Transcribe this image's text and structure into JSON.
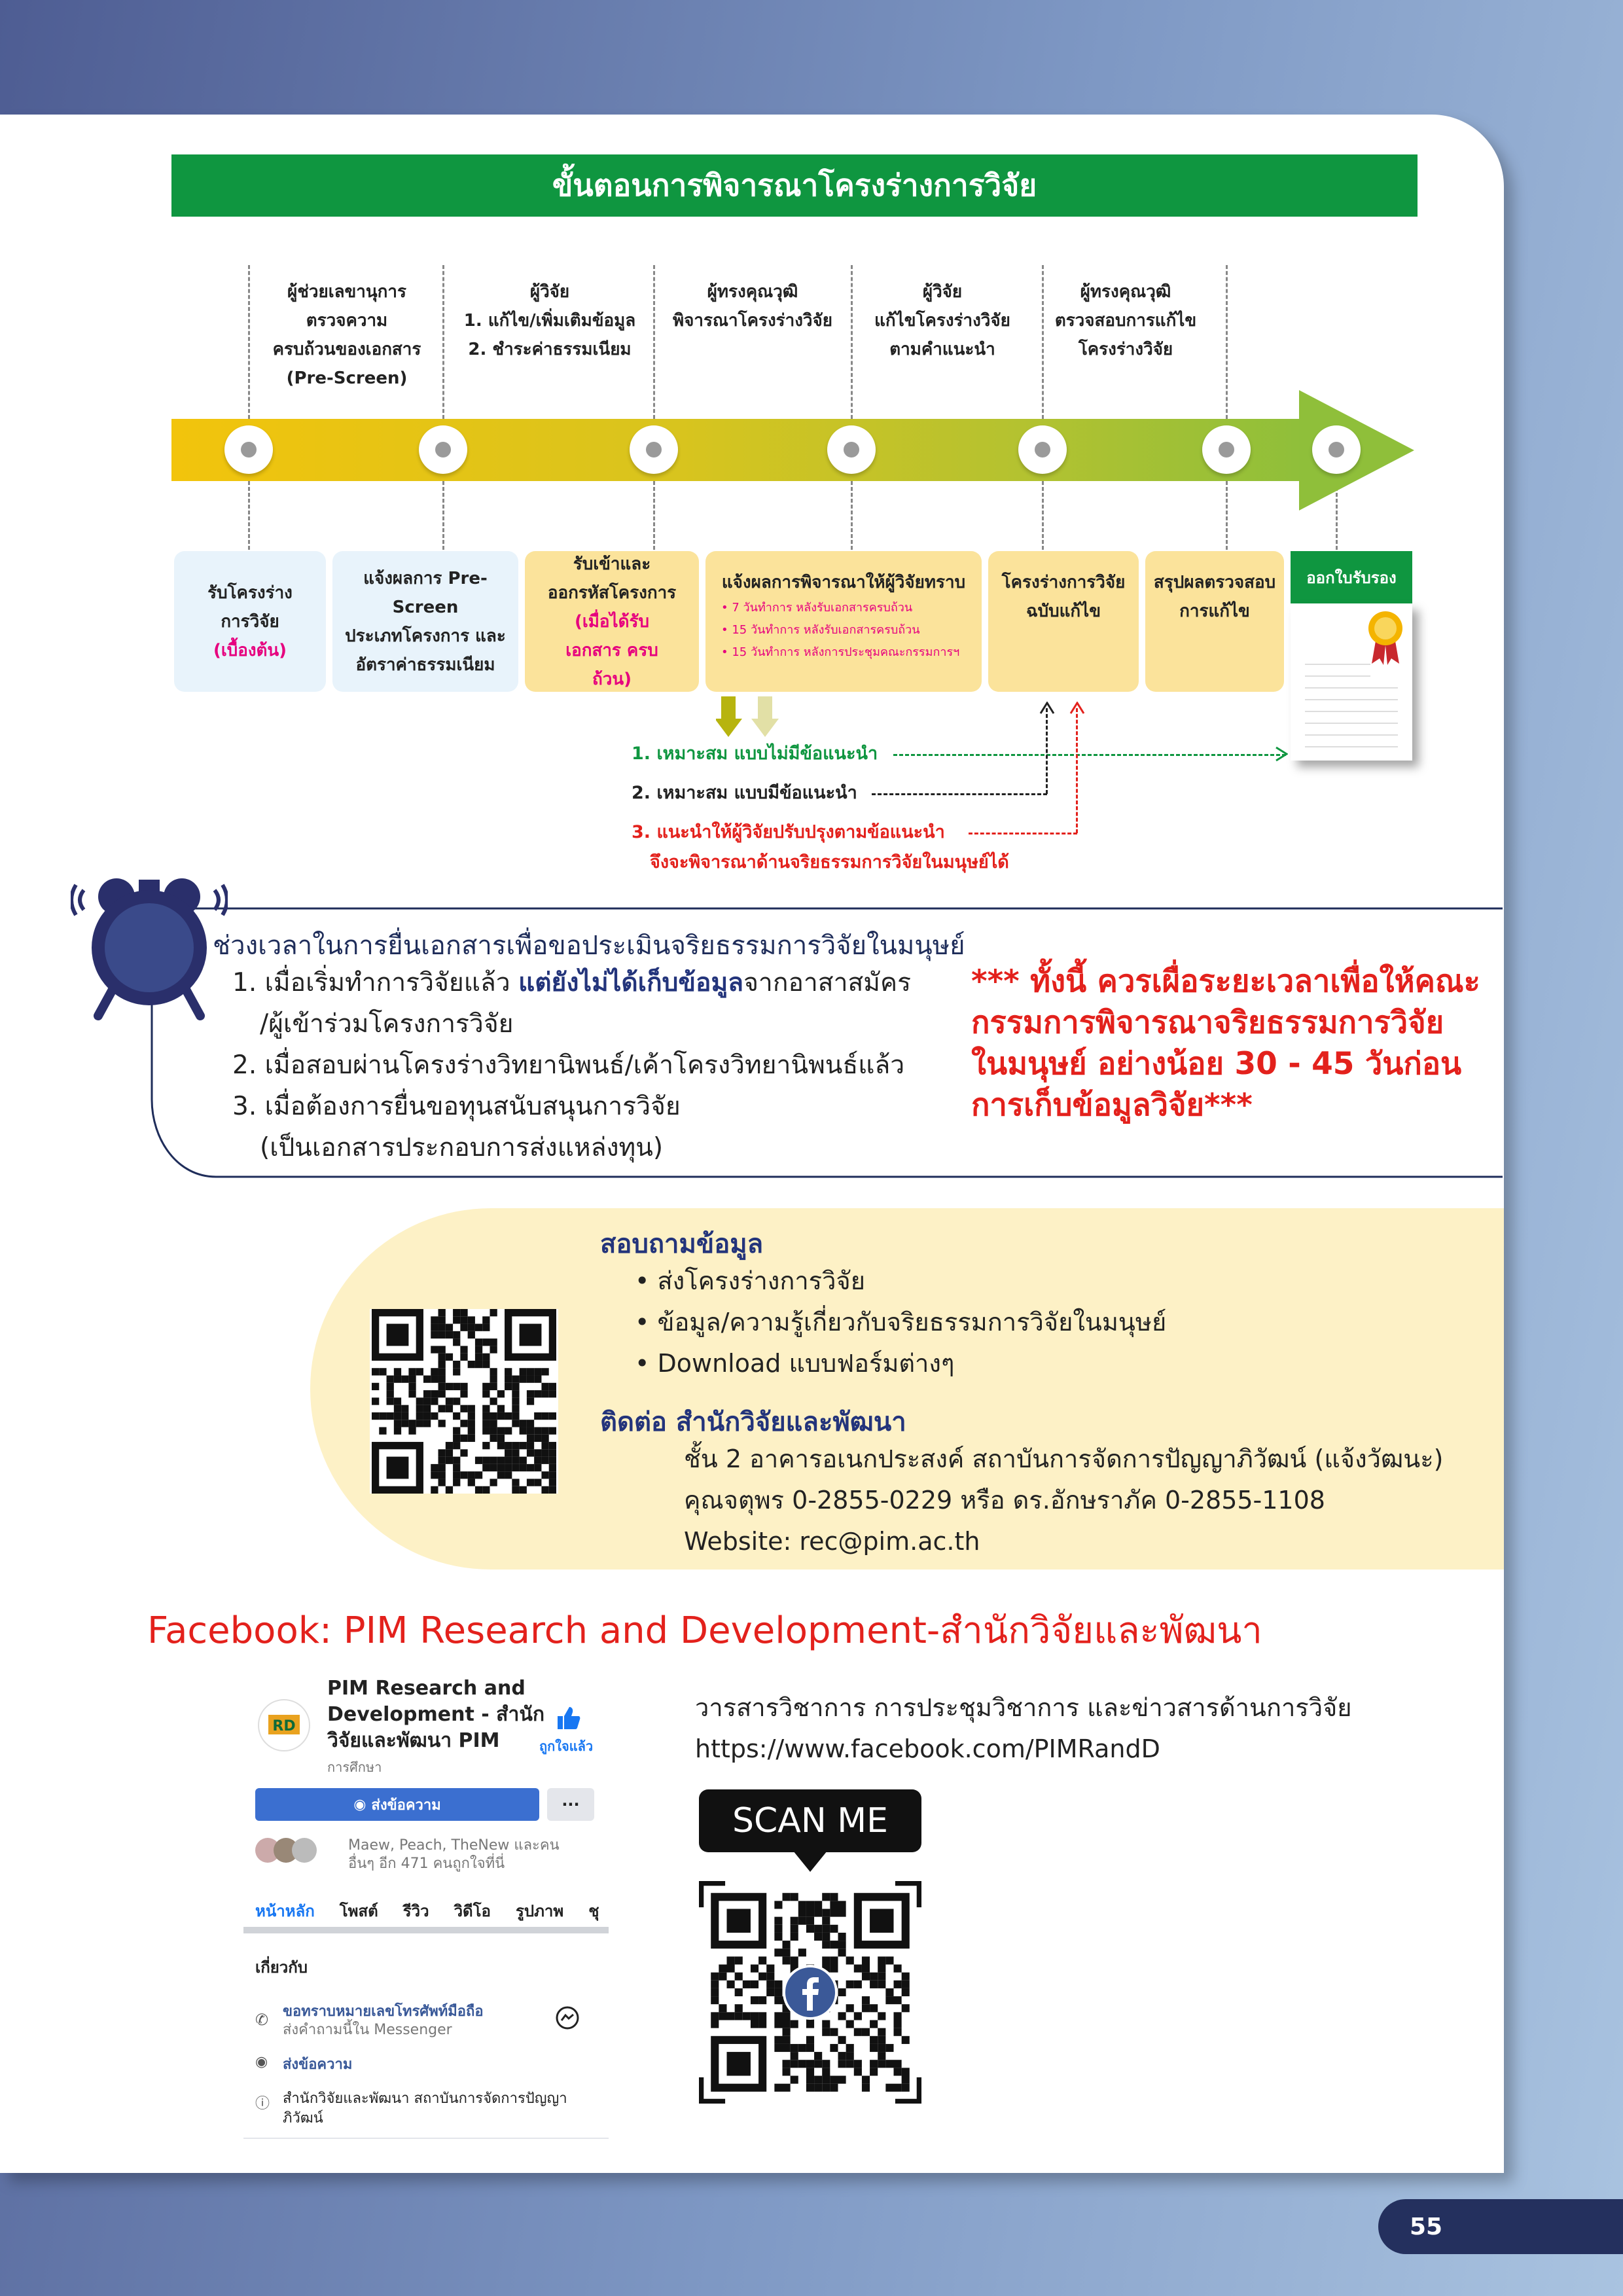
{
  "process": {
    "title": "ขั้นตอนการพิจารณาโครงร่างการวิจัย",
    "top_labels": [
      [
        "ผู้ช่วยเลขานุการ",
        "ตรวจความ",
        "ครบถ้วนของเอกสาร",
        "(Pre-Screen)"
      ],
      [
        "ผู้วิจัย",
        "1. แก้ไข/เพิ่มเติมข้อมูล",
        "2. ชำระค่าธรรมเนียม"
      ],
      [
        "ผู้ทรงคุณวุฒิ",
        "พิจารณาโครงร่างวิจัย"
      ],
      [
        "ผู้วิจัย",
        "แก้ไขโครงร่างวิจัย",
        "ตามคำแนะนำ"
      ],
      [
        "ผู้ทรงคุณวุฒิ",
        "ตรวจสอบการแก้ไข",
        "โครงร่างวิจัย"
      ]
    ],
    "steps": [
      {
        "lines": [
          "รับโครงร่าง",
          "การวิจัย"
        ],
        "highlight": "(เบื้องต้น)"
      },
      {
        "lines": [
          "แจ้งผลการ Pre-Screen",
          "ประเภทโครงการ และ",
          "อัตราค่าธรรมเนียม"
        ],
        "highlight": ""
      },
      {
        "lines": [
          "รับเข้าและ",
          "ออกรหัสโครงการ"
        ],
        "highlight": "(เมื่อได้รับเอกสาร ครบถ้วน)"
      },
      {
        "lines": [
          "แจ้งผลการพิจารณาให้ผู้วิจัยทราบ"
        ],
        "sub": [
          "7 วันทำการ หลังรับเอกสารครบถ้วน",
          "15 วันทำการ หลังรับเอกสารครบถ้วน",
          "15 วันทำการ หลังการประชุมคณะกรรมการฯ"
        ]
      },
      {
        "lines": [
          "โครงร่างการวิจัย",
          "ฉบับแก้ไข"
        ]
      },
      {
        "lines": [
          "สรุปผลตรวจสอบ",
          "การแก้ไข"
        ]
      }
    ],
    "certificate": "ออกใบรับรอง",
    "results": [
      "1. เหมาะสม แบบไม่มีข้อแนะนำ",
      "2. เหมาะสม แบบมีข้อแนะนำ",
      "3. แนะนำให้ผู้วิจัยปรับปรุงตามข้อแนะนำ",
      "จึงจะพิจารณาด้านจริยธรรมการวิจัยในมนุษย์ได้"
    ]
  },
  "timing": {
    "title": "ช่วงเวลาในการยื่นเอกสารเพื่อขอประเมินจริยธรรมการวิจัยในมนุษย์",
    "item1_prefix": "1. เมื่อเริ่มทำการวิจัยแล้ว ",
    "item1_bold": "แต่ยังไม่ได้เก็บข้อมูล",
    "item1_suffix": "จากอาสาสมัคร",
    "item1_line2": "/ผู้เข้าร่วมโครงการวิจัย",
    "item2": "2. เมื่อสอบผ่านโครงร่างวิทยานิพนธ์/เค้าโครงวิทยานิพนธ์แล้ว",
    "item3": "3. เมื่อต้องการยื่นขอทุนสนับสนุนการวิจัย",
    "item3_line2": "(เป็นเอกสารประกอบการส่งแหล่งทุน)",
    "note_lines": [
      "*** ทั้งนี้ ควรเผื่อระยะเวลาเพื่อให้คณะ",
      "กรรมการพิจารณาจริยธรรมการวิจัย",
      "ในมนุษย์ อย่างน้อย 30 - 45 วันก่อน",
      "การเก็บข้อมูลวิจัย***"
    ]
  },
  "inquiry": {
    "title": "สอบถามข้อมูล",
    "bullets": [
      "• ส่งโครงร่างการวิจัย",
      "• ข้อมูล/ความรู้เกี่ยวกับจริยธรรมการวิจัยในมนุษย์",
      "• Download แบบฟอร์มต่างๆ"
    ],
    "contact_title": "ติดต่อ สำนักวิจัยและพัฒนา",
    "contact_lines": [
      "ชั้น 2 อาคารอเนกประสงค์ สถาบันการจัดการปัญญาภิวัฒน์ (แจ้งวัฒนะ)",
      "คุณจตุพร 0-2855-0229 หรือ ดร.อักษราภัค 0-2855-1108",
      "Website: rec@pim.ac.th"
    ]
  },
  "facebook": {
    "title": "Facebook: PIM Research and Development-สำนักวิจัยและพัฒนา",
    "desc_line1": "วารสารวิชาการ  การประชุมวิชาการ และข่าวสารด้านการวิจัย",
    "desc_line2": "https://www.facebook.com/PIMRandD",
    "scan_me": "SCAN ME",
    "card": {
      "page_name_lines": [
        "PIM Research and",
        "Development - สำนัก",
        "วิจัยและพัฒนา PIM"
      ],
      "category": "การศึกษา",
      "liked": "ถูกใจแล้ว",
      "message_button": "ส่งข้อความ",
      "more_button": "···",
      "friends_line1": "Maew, Peach, TheNew และคน",
      "friends_line2": "อื่นๆ อีก 471 คนถูกใจที่นี่",
      "tabs": [
        "หน้าหลัก",
        "โพสต์",
        "รีวิว",
        "วิดีโอ",
        "รูปภาพ",
        "ชุ"
      ],
      "about": "เกี่ยวกับ",
      "phone_title": "ขอทราบหมายเลขโทรศัพท์มือถือ",
      "phone_sub": "ส่งคำถามนี้ใน Messenger",
      "send_message": "ส่งข้อความ",
      "info_line1": "สำนักวิจัยและพัฒนา สถาบันการจัดการปัญญา",
      "info_line2": "ภิวัฒน์"
    }
  },
  "page_number": "55",
  "colors": {
    "green": "#0f9640",
    "navy": "#1f2d5a",
    "red": "#e3211c",
    "pink": "#e6007e",
    "yellow": "#fbe39b"
  }
}
